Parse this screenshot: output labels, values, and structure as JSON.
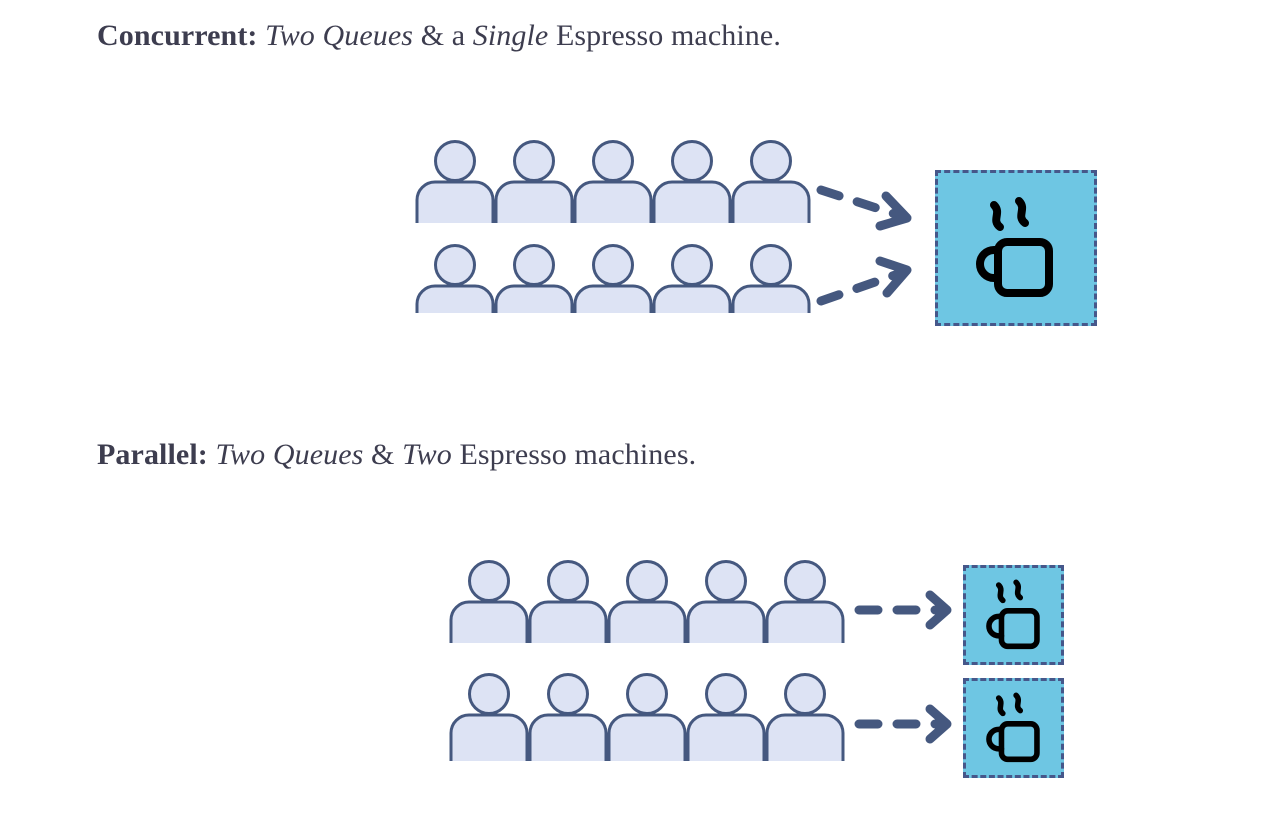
{
  "page": {
    "background_color": "#ffffff",
    "title": "Concurrent vs Parallel espresso queue diagram"
  },
  "palette": {
    "heading_text": "#3d3d4f",
    "person_fill": "#dde3f4",
    "person_stroke": "#45587f",
    "machine_fill": "#6ec6e3",
    "machine_border": "#46578a",
    "arrow_color": "#45587f",
    "cup_color": "#000000"
  },
  "sections": [
    {
      "id": "concurrent",
      "heading": {
        "lead": "Concurrent:",
        "emphasis_1": "Two Queues",
        "middle": " & a ",
        "emphasis_2": "Single",
        "tail": " Espresso machine."
      },
      "queues": [
        {
          "id": "queue-c1",
          "people_count": 5,
          "label": "queue-row-1"
        },
        {
          "id": "queue-c2",
          "people_count": 5,
          "label": "queue-row-2"
        }
      ],
      "machines": [
        {
          "id": "machine-c1",
          "label": "espresso-machine",
          "icon": "coffee-cup-icon",
          "size": "large"
        }
      ],
      "arrows": [
        {
          "id": "arrow-c1",
          "direction": "down-right",
          "style": "dashed",
          "from": "queue-row-1",
          "to": "espresso-machine"
        },
        {
          "id": "arrow-c2",
          "direction": "up-right",
          "style": "dashed",
          "from": "queue-row-2",
          "to": "espresso-machine"
        }
      ]
    },
    {
      "id": "parallel",
      "heading": {
        "lead": "Parallel:",
        "emphasis_1": "Two Queues",
        "middle": " & ",
        "emphasis_2": "Two",
        "tail": " Espresso machines."
      },
      "queues": [
        {
          "id": "queue-p1",
          "people_count": 5,
          "label": "queue-row-1"
        },
        {
          "id": "queue-p2",
          "people_count": 5,
          "label": "queue-row-2"
        }
      ],
      "machines": [
        {
          "id": "machine-p1",
          "label": "espresso-machine-1",
          "icon": "coffee-cup-icon",
          "size": "small"
        },
        {
          "id": "machine-p2",
          "label": "espresso-machine-2",
          "icon": "coffee-cup-icon",
          "size": "small"
        }
      ],
      "arrows": [
        {
          "id": "arrow-p1",
          "direction": "right",
          "style": "dashed",
          "from": "queue-row-1",
          "to": "espresso-machine-1"
        },
        {
          "id": "arrow-p2",
          "direction": "right",
          "style": "dashed",
          "from": "queue-row-2",
          "to": "espresso-machine-2"
        }
      ]
    }
  ],
  "icons": {
    "person": "person-icon",
    "coffee_cup": "coffee-cup-icon",
    "arrow": "dashed-arrow-icon"
  }
}
